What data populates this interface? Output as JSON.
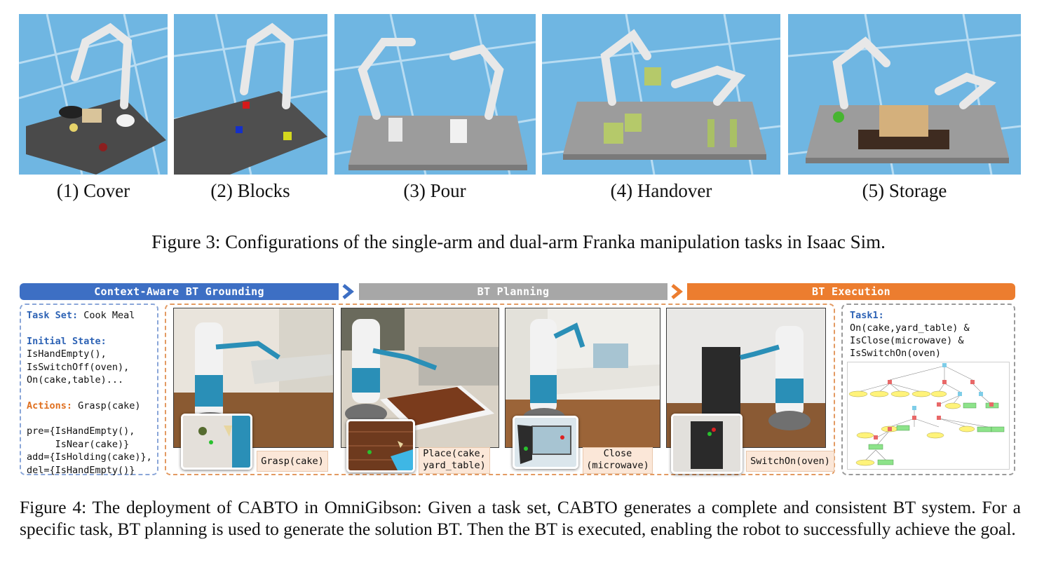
{
  "figure3": {
    "subcaptions": [
      "(1) Cover",
      "(2) Blocks",
      "(3) Pour",
      "(4) Handover",
      "(5) Storage"
    ],
    "caption": "Figure 3: Configurations of the single-arm and dual-arm Franka manipulation tasks in Isaac Sim."
  },
  "figure4": {
    "banners": {
      "grounding": "Context-Aware BT Grounding",
      "planning": "BT Planning",
      "execution": "BT Execution"
    },
    "left_box": {
      "task_set_label": "Task Set:",
      "task_set_value": " Cook Meal",
      "initial_state_label": "Initial State:",
      "initial_state_lines": [
        "IsHandEmpty(),",
        "IsSwitchOff(oven),",
        "On(cake,table)..."
      ],
      "actions_label": "Actions:",
      "actions_value": " Grasp(cake)",
      "effect_lines": [
        "pre={IsHandEmpty(),",
        "     IsNear(cake)}",
        "add={IsHolding(cake)},",
        "del={IsHandEmpty()}"
      ]
    },
    "action_labels": [
      "Grasp(cake)",
      "Place(cake,\nyard_table)",
      "Close\n(microwave)",
      "SwitchOn(oven)"
    ],
    "right_box": {
      "task_label": "Task1:",
      "goal_lines": [
        "On(cake,yard_table) &",
        "IsClose(microwave) &",
        "IsSwitchOn(oven)"
      ]
    },
    "caption": "Figure 4: The deployment of CABTO in OmniGibson: Given a task set, CABTO generates a complete and consistent BT system. For a specific task, BT planning is used to generate the solution BT. Then the BT is executed, enabling the robot to successfully achieve the goal."
  },
  "colors": {
    "grounding_blue": "#3d6fc4",
    "planning_gray": "#a7a7a7",
    "execution_orange": "#ec7d2f",
    "sky_blue": "#5ea8d8"
  }
}
